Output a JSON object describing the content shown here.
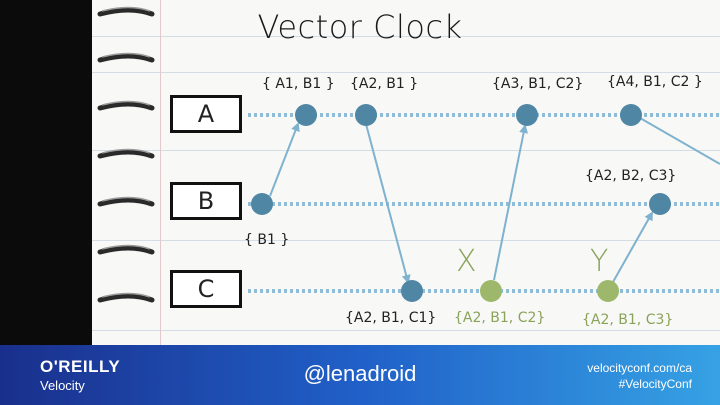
{
  "slide": {
    "title": "Vector Clock",
    "processes": [
      "A",
      "B",
      "C"
    ],
    "colors": {
      "dot_blue": "#4f86a3",
      "dot_green": "#9eb86b",
      "arrow": "#7fb2cf"
    }
  },
  "events": {
    "a1": "{ A1, B1 }",
    "a2": "{A2, B1 }",
    "a3": "{A3, B1, C2}",
    "a4": "{A4, B1, C2 }",
    "b1": "{ B1 }",
    "b2": "{A2, B2, C3}",
    "c1": "{A2, B1, C1}",
    "c2": "{A2, B1, C2}",
    "c3": "{A2, B1, C3}",
    "x_mark": "X",
    "y_mark": "Y"
  },
  "footer": {
    "brand": "O'REILLY",
    "sub_brand": "Velocity",
    "handle": "@lenadroid",
    "website": "velocityconf.com/ca",
    "hashtag": "#VelocityConf"
  }
}
